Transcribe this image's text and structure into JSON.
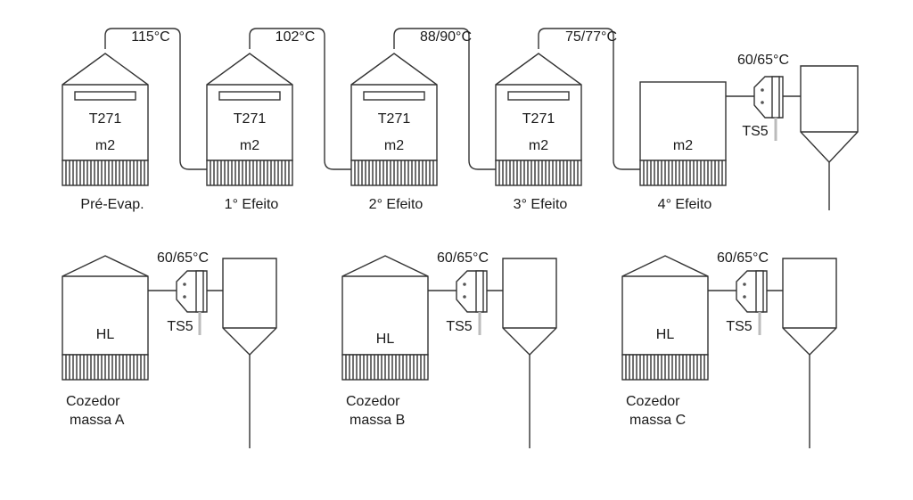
{
  "temperatures": {
    "t1": "115°C",
    "t2": "102°C",
    "t3": "88/90°C",
    "t4": "75/77°C",
    "t5": "60/65°C"
  },
  "evaporators": [
    {
      "tag": "T271",
      "unit": "m2",
      "name": "Pré-Evap."
    },
    {
      "tag": "T271",
      "unit": "m2",
      "name": "1° Efeito"
    },
    {
      "tag": "T271",
      "unit": "m2",
      "name": "2° Efeito"
    },
    {
      "tag": "T271",
      "unit": "m2",
      "name": "3° Efeito"
    },
    {
      "tag": "",
      "unit": "m2",
      "name": "4° Efeito"
    }
  ],
  "condenser_top": {
    "tag": "TS5"
  },
  "pans": [
    {
      "label": "HL",
      "temp": "60/65°C",
      "condenser": "TS5",
      "name_line1": "Cozedor",
      "name_line2": "massa A"
    },
    {
      "label": "HL",
      "temp": "60/65°C",
      "condenser": "TS5",
      "name_line1": "Cozedor",
      "name_line2": "massa B"
    },
    {
      "label": "HL",
      "temp": "60/65°C",
      "condenser": "TS5",
      "name_line1": "Cozedor",
      "name_line2": "massa C"
    }
  ]
}
